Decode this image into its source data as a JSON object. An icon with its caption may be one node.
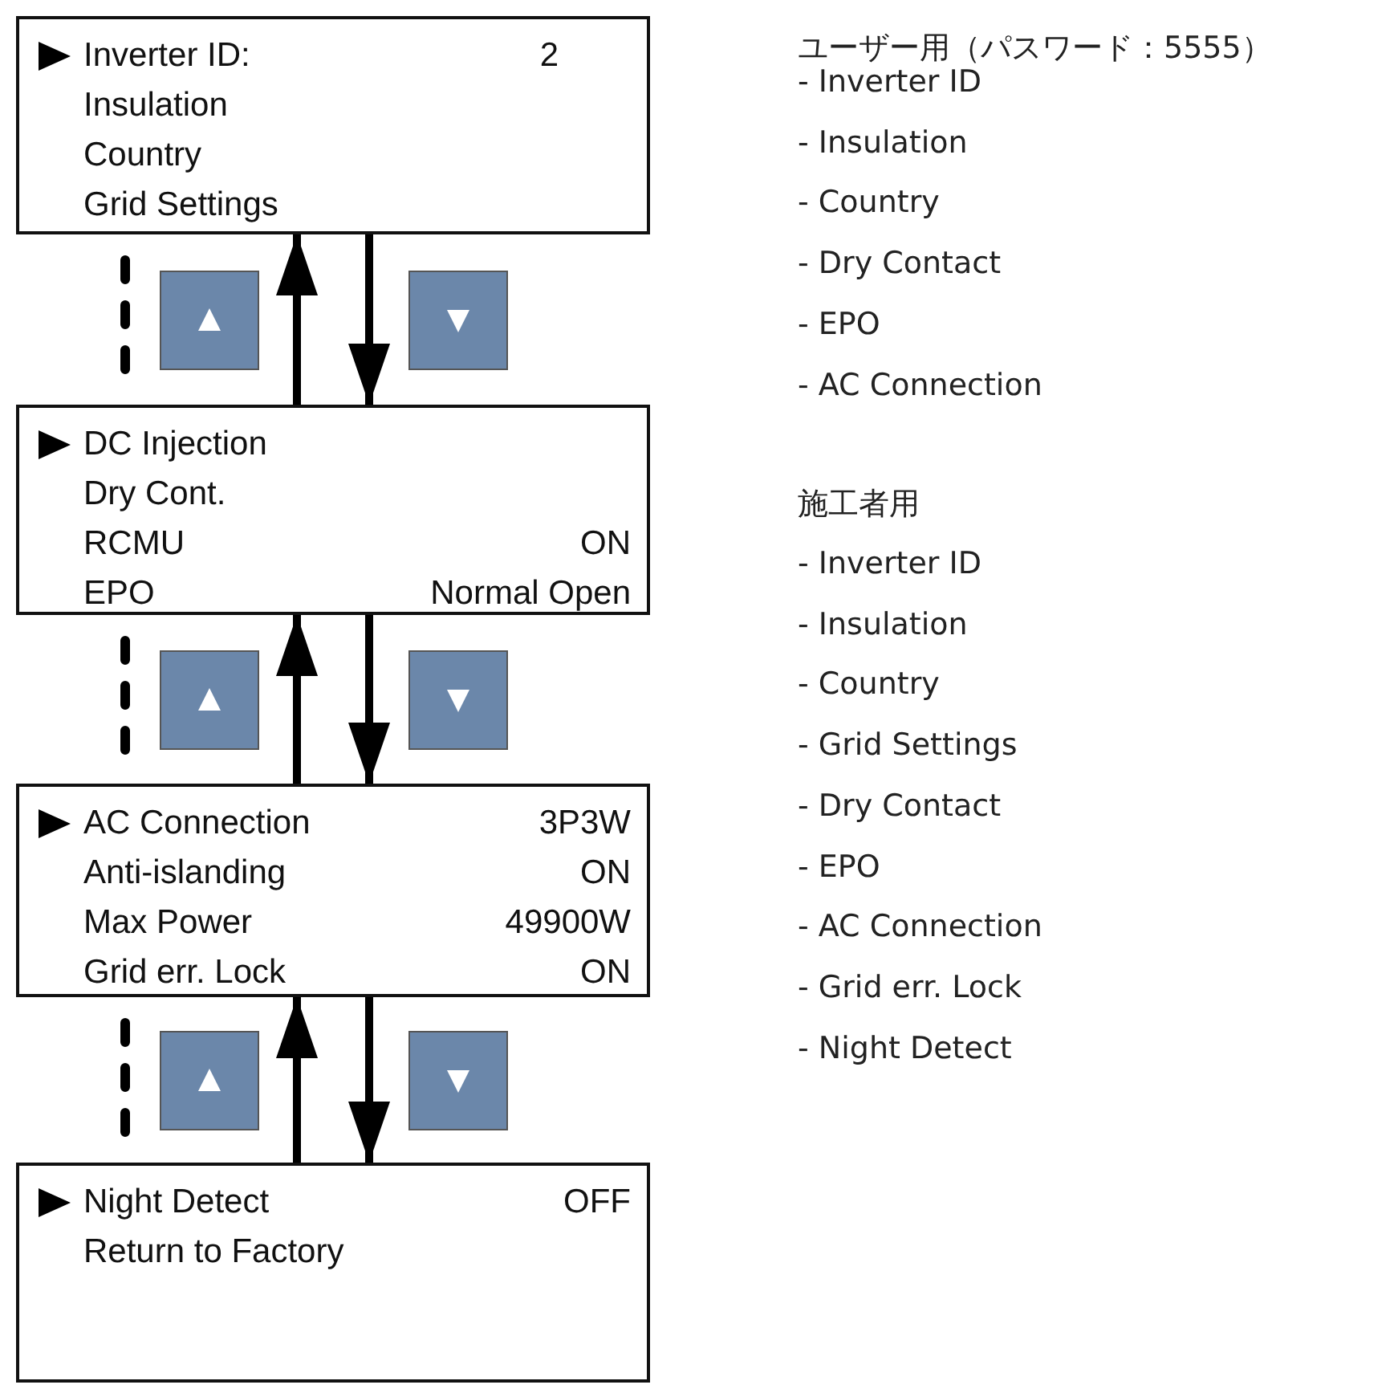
{
  "diagram": {
    "nodes": [
      {
        "text": [
          "Inverter ID:",
          "2",
          "Insulation",
          "Country",
          "Grid Settings"
        ]
      },
      {
        "text": [
          "DC Injection",
          "Dry Cont.",
          "RCMU",
          "ON",
          "EPO",
          "Normal Open"
        ]
      },
      {
        "text": [
          "AC Connection",
          "3P3W",
          "Anti-islanding",
          "ON",
          "Max Power",
          "49900W",
          "Grid err. Lock",
          "ON"
        ]
      },
      {
        "text": [
          "Night Detect",
          "OFF",
          "Return to Factory"
        ]
      }
    ],
    "edges": [
      {
        "from": 0,
        "to": 1,
        "arrow": "none",
        "style": "dashed"
      },
      {
        "from": 1,
        "to": 0,
        "arrow": "to"
      },
      {
        "from": 0,
        "to": 1,
        "arrow": "to"
      },
      {
        "from": 1,
        "to": 2,
        "arrow": "none",
        "style": "dashed"
      },
      {
        "from": 2,
        "to": 1,
        "arrow": "to"
      },
      {
        "from": 1,
        "to": 2,
        "arrow": "to"
      },
      {
        "from": 2,
        "to": 3,
        "arrow": "none",
        "style": "dashed"
      },
      {
        "from": 3,
        "to": 2,
        "arrow": "to"
      },
      {
        "from": 2,
        "to": 3,
        "arrow": "to"
      }
    ],
    "labels": [
      "ユーザー用（パスワード：5555）",
      "- Inverter ID",
      "- Insulation",
      "- Country",
      "- Dry Contact",
      "- EPO",
      "- AC Connection",
      "施工者用",
      "- Inverter ID",
      "- Insulation",
      "- Country",
      "- Grid Settings",
      "- Dry Contact",
      "- EPO",
      "- AC Connection",
      "- Grid err. Lock",
      "- Night Detect"
    ]
  }
}
